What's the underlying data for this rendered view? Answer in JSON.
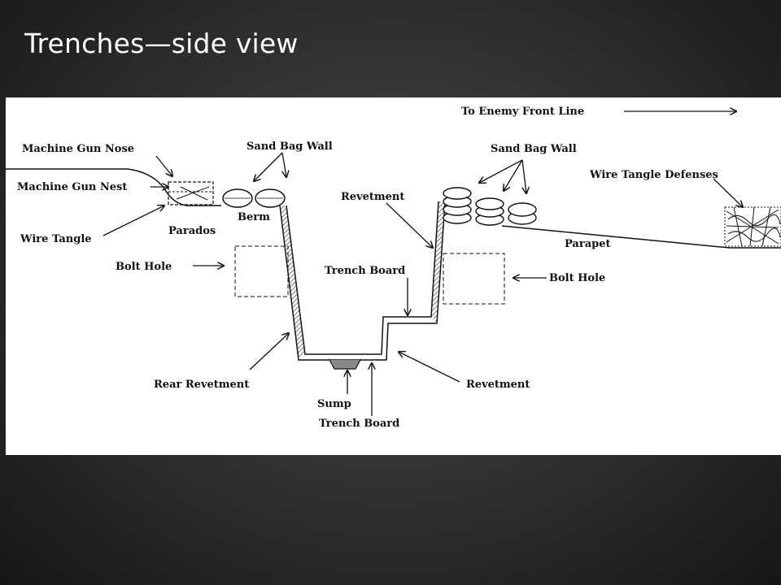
{
  "slide": {
    "title": "Trenches—side view"
  },
  "diagram": {
    "labels": {
      "enemy_front_line": "To Enemy Front Line",
      "machine_gun_nose": "Machine Gun Nose",
      "machine_gun_nest": "Machine Gun Nest",
      "wire_tangle": "Wire Tangle",
      "parados": "Parados",
      "sand_bag_wall_left": "Sand Bag Wall",
      "berm": "Berm",
      "bolt_hole_left": "Bolt Hole",
      "rear_revetment": "Rear Revetment",
      "sump": "Sump",
      "trench_board_bottom": "Trench Board",
      "trench_board_step": "Trench Board",
      "revetment_upper": "Revetment",
      "revetment_lower": "Revetment",
      "sand_bag_wall_right": "Sand Bag Wall",
      "bolt_hole_right": "Bolt Hole",
      "parapet": "Parapet",
      "wire_tangle_defenses": "Wire Tangle Defenses"
    }
  }
}
